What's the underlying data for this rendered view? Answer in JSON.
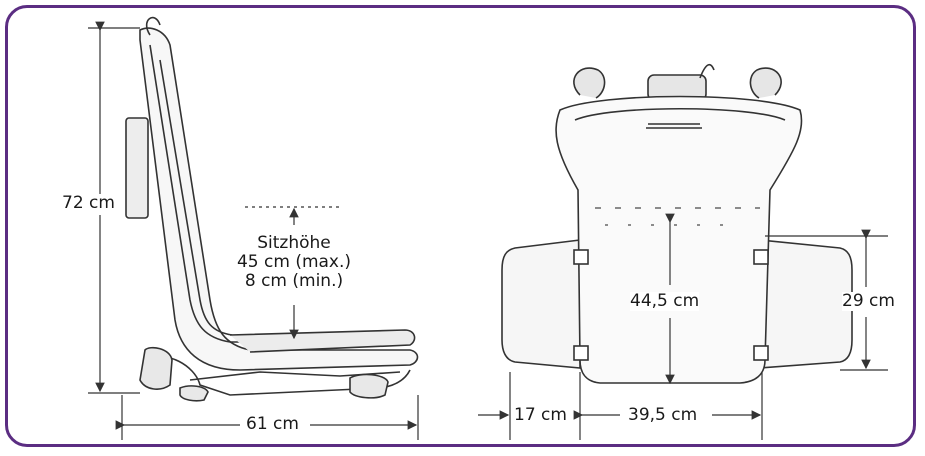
{
  "colors": {
    "border": "#5b2d82",
    "line": "#333333",
    "text": "#1a1a1a"
  },
  "side_view": {
    "height_label": "72 cm",
    "depth_label": "61 cm",
    "seat_height_title": "Sitzhöhe",
    "seat_height_max": "45 cm (max.)",
    "seat_height_min": "8 cm (min.)"
  },
  "front_view": {
    "inner_height_label": "44,5 cm",
    "flap_height_label": "29 cm",
    "flap_width_label": "17 cm",
    "seat_width_label": "39,5 cm"
  }
}
